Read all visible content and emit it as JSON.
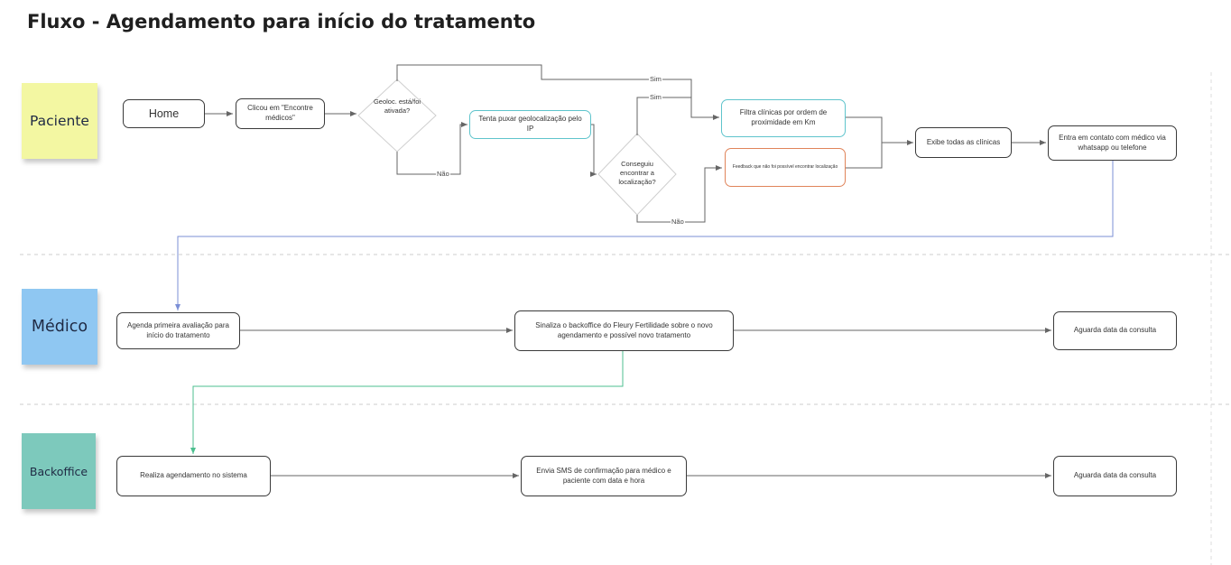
{
  "title": "Fluxo - Agendamento para início do tratamento",
  "lanes": {
    "paciente": {
      "label": "Paciente",
      "color": "#f3f7a2"
    },
    "medico": {
      "label": "Médico",
      "color": "#8fc7f2"
    },
    "backoffice": {
      "label": "Backoffice",
      "color": "#7dc9bc"
    }
  },
  "nodes": {
    "home": "Home",
    "clicou": "Clicou em \"Encontre médicos\"",
    "geoloc": "Geoloc. está/foi ativada?",
    "tenta_puxar": "Tenta puxar geolocalização pelo IP",
    "conseguiu": "Conseguiu encontrar a localização?",
    "filtra": "Filtra clínicas por ordem de proximidade em Km",
    "feedback": "Feedback que não foi possível encontrar localização",
    "exibe": "Exibe todas as clínicas",
    "entra_contato": "Entra em contato com médico via whatsapp ou telefone",
    "agenda": "Agenda primeira avaliação para início do tratamento",
    "sinaliza": "Sinaliza o backoffice do Fleury Fertilidade sobre o novo agendamento e possível novo tratamento",
    "aguarda_medico": "Aguarda data da consulta",
    "realiza": "Realiza agendamento no sistema",
    "envia_sms": "Envia SMS de confirmação para médico e paciente com data e hora",
    "aguarda_backoffice": "Aguarda data da consulta"
  },
  "edge_labels": {
    "sim_top": "Sim",
    "sim_mid": "Sim",
    "nao_geo": "Não",
    "nao_conseguiu": "Não"
  },
  "colors": {
    "line": "#666666",
    "blue_connector": "#7b8fd6",
    "green_connector": "#4cbf8f",
    "teal_border": "#5fc4cc",
    "orange_border": "#e0845a",
    "lane_divider": "#cccccc"
  }
}
